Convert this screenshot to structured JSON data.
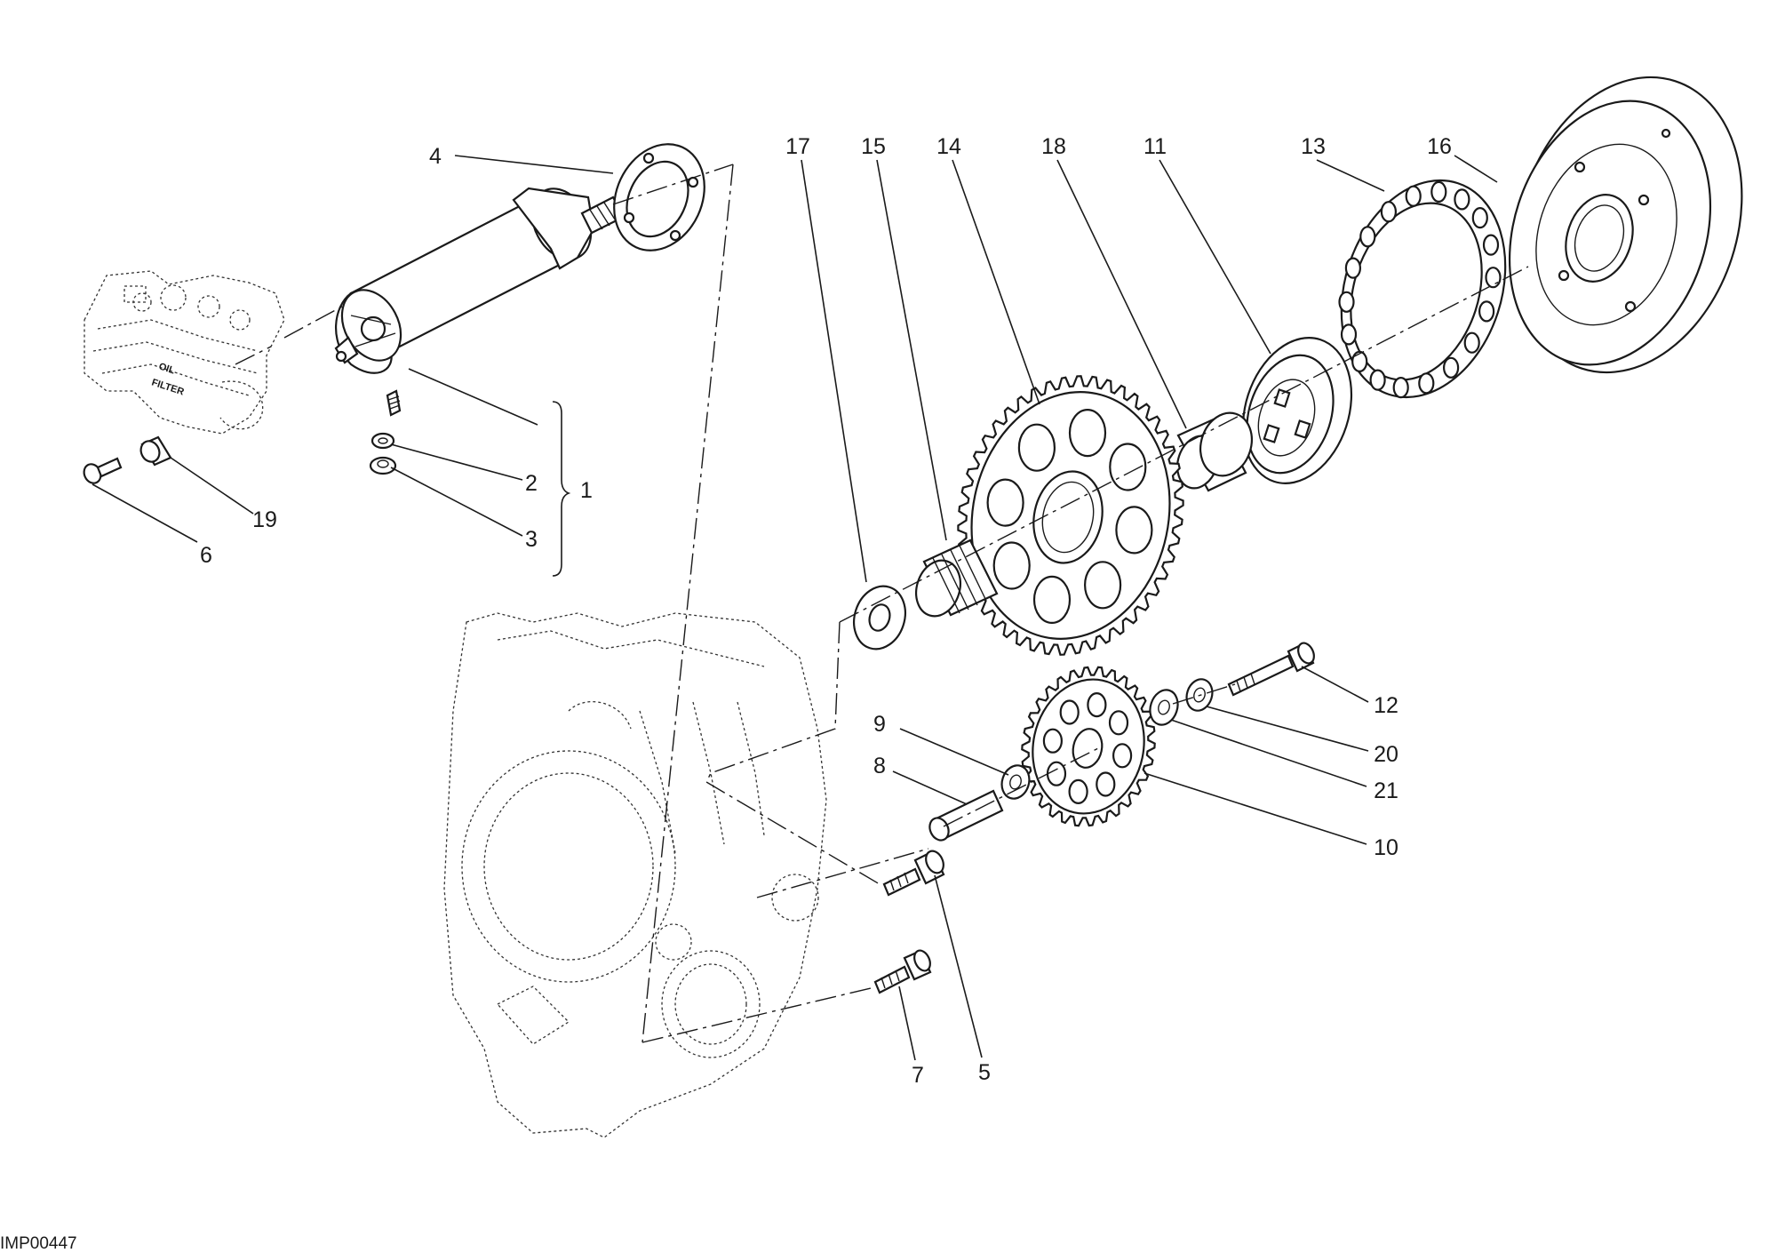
{
  "diagram_code": "IMP00447",
  "engine_labels": {
    "oil": "OIL",
    "filter": "FILTER"
  },
  "callouts": [
    {
      "id": "1",
      "text": "1"
    },
    {
      "id": "2",
      "text": "2"
    },
    {
      "id": "3",
      "text": "3"
    },
    {
      "id": "4",
      "text": "4"
    },
    {
      "id": "5",
      "text": "5"
    },
    {
      "id": "6",
      "text": "6"
    },
    {
      "id": "7",
      "text": "7"
    },
    {
      "id": "8",
      "text": "8"
    },
    {
      "id": "9",
      "text": "9"
    },
    {
      "id": "10",
      "text": "10"
    },
    {
      "id": "11",
      "text": "11"
    },
    {
      "id": "12",
      "text": "12"
    },
    {
      "id": "13",
      "text": "13"
    },
    {
      "id": "14",
      "text": "14"
    },
    {
      "id": "15",
      "text": "15"
    },
    {
      "id": "16",
      "text": "16"
    },
    {
      "id": "17",
      "text": "17"
    },
    {
      "id": "18",
      "text": "18"
    },
    {
      "id": "19",
      "text": "19"
    },
    {
      "id": "20",
      "text": "20"
    },
    {
      "id": "21",
      "text": "21"
    }
  ],
  "colors": {
    "ink": "#1a1a1a",
    "background": "#ffffff"
  }
}
